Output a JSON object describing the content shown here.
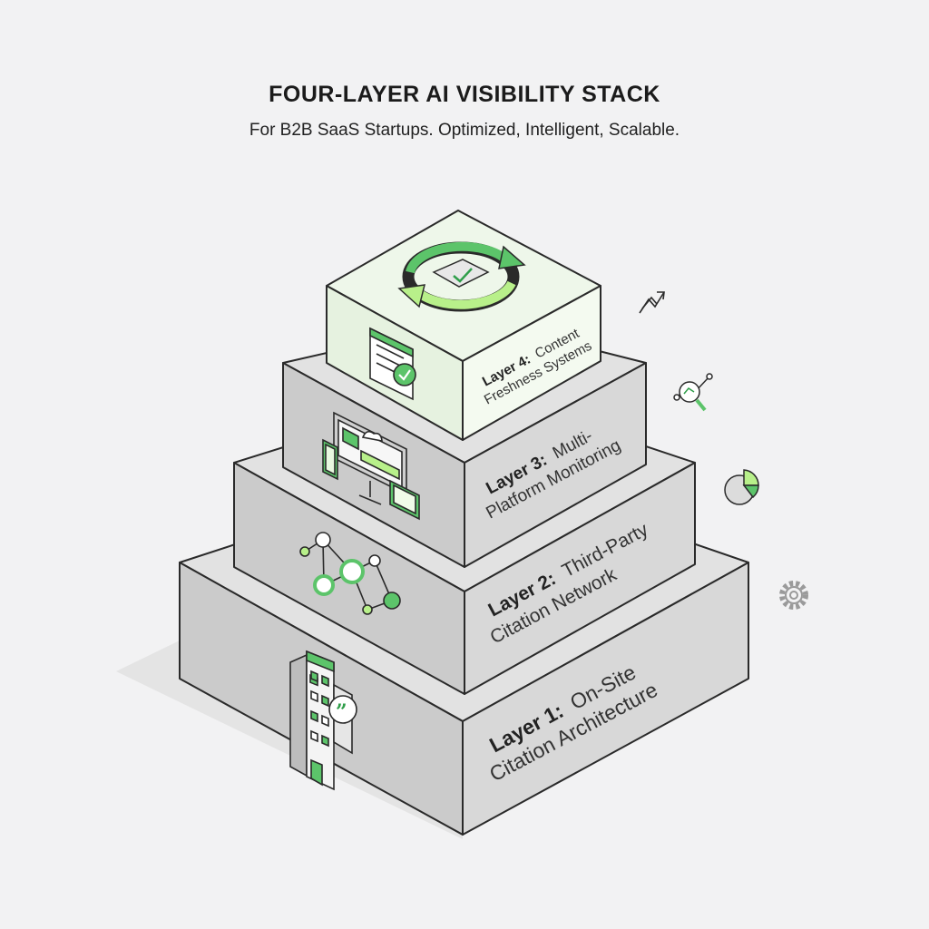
{
  "header": {
    "title": "FOUR-LAYER AI VISIBILITY STACK",
    "subtitle": "For B2B SaaS Startups. Optimized, Intelligent, Scalable."
  },
  "layers": [
    {
      "name": "Layer 1:",
      "line1": "On-Site",
      "line2": "Citation Architecture",
      "icon": "building-quote-icon"
    },
    {
      "name": "Layer 2:",
      "line1": "Third-Party",
      "line2": "Citation Network",
      "icon": "network-nodes-icon"
    },
    {
      "name": "Layer 3:",
      "line1": "Multi-",
      "line2": "Platform Monitoring",
      "icon": "multi-device-icon"
    },
    {
      "name": "Layer 4:",
      "line1": "Content",
      "line2": "Freshness Systems",
      "icon": "document-check-icon"
    }
  ],
  "top_icon": "refresh-cycle-icon",
  "side_icons": [
    "trend-arrow-icon",
    "analytics-magnifier-icon",
    "pie-chart-icon",
    "gear-icon"
  ],
  "colors": {
    "accent": "#5cc46a",
    "accent_light": "#b8f08a",
    "top_face": "#e2e2e2",
    "front_face": "#cfcfcf",
    "top_layer_face": "#ecf6e8",
    "outline": "#2a2a2a"
  }
}
